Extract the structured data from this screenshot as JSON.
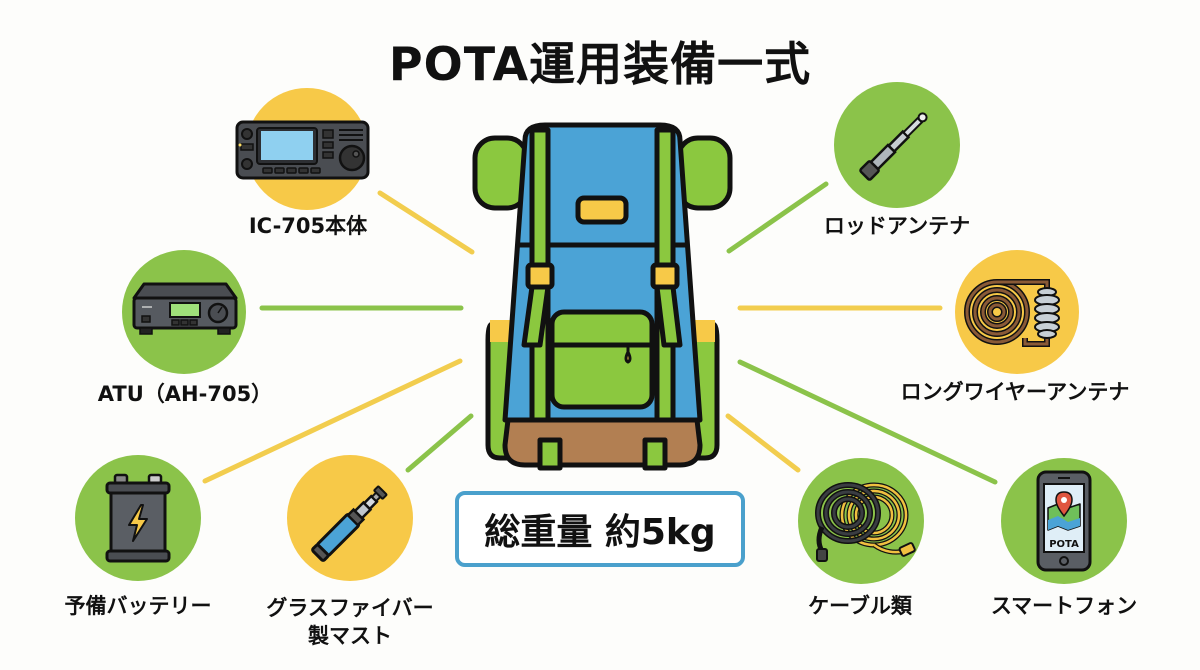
{
  "title": "POTA運用装備一式",
  "center": {
    "icon": "backpack-icon",
    "total_weight_label": "総重量 約5kg"
  },
  "colors": {
    "yellow": "#f7c948",
    "green": "#8bc34a",
    "blue_box_border": "#4aa0cc",
    "backpack_blue": "#4ba3d6",
    "backpack_green": "#8bc83f",
    "backpack_brown": "#b27f52",
    "text": "#111111",
    "background": "#fdfdfb"
  },
  "items": [
    {
      "id": "ic705",
      "label": "IC-705本体",
      "icon": "transceiver-icon",
      "circle_color": "yellow",
      "side": "left"
    },
    {
      "id": "atu",
      "label": "ATU（AH-705）",
      "icon": "antenna-tuner-icon",
      "circle_color": "green",
      "side": "left"
    },
    {
      "id": "battery",
      "label": "予備バッテリー",
      "icon": "battery-icon",
      "circle_color": "green",
      "side": "left"
    },
    {
      "id": "mast",
      "label_line1": "グラスファイバー",
      "label_line2": "製マスト",
      "icon": "telescopic-mast-icon",
      "circle_color": "yellow",
      "side": "left"
    },
    {
      "id": "rod",
      "label": "ロッドアンテナ",
      "icon": "rod-antenna-icon",
      "circle_color": "green",
      "side": "right"
    },
    {
      "id": "longwire",
      "label": "ロングワイヤーアンテナ",
      "icon": "wire-coil-insulator-icon",
      "circle_color": "yellow",
      "side": "right"
    },
    {
      "id": "cable",
      "label": "ケーブル類",
      "icon": "cable-coil-icon",
      "circle_color": "green",
      "side": "right"
    },
    {
      "id": "phone",
      "label": "スマートフォン",
      "icon": "smartphone-map-icon",
      "circle_color": "green",
      "side": "right",
      "screen_text": "POTA"
    }
  ]
}
